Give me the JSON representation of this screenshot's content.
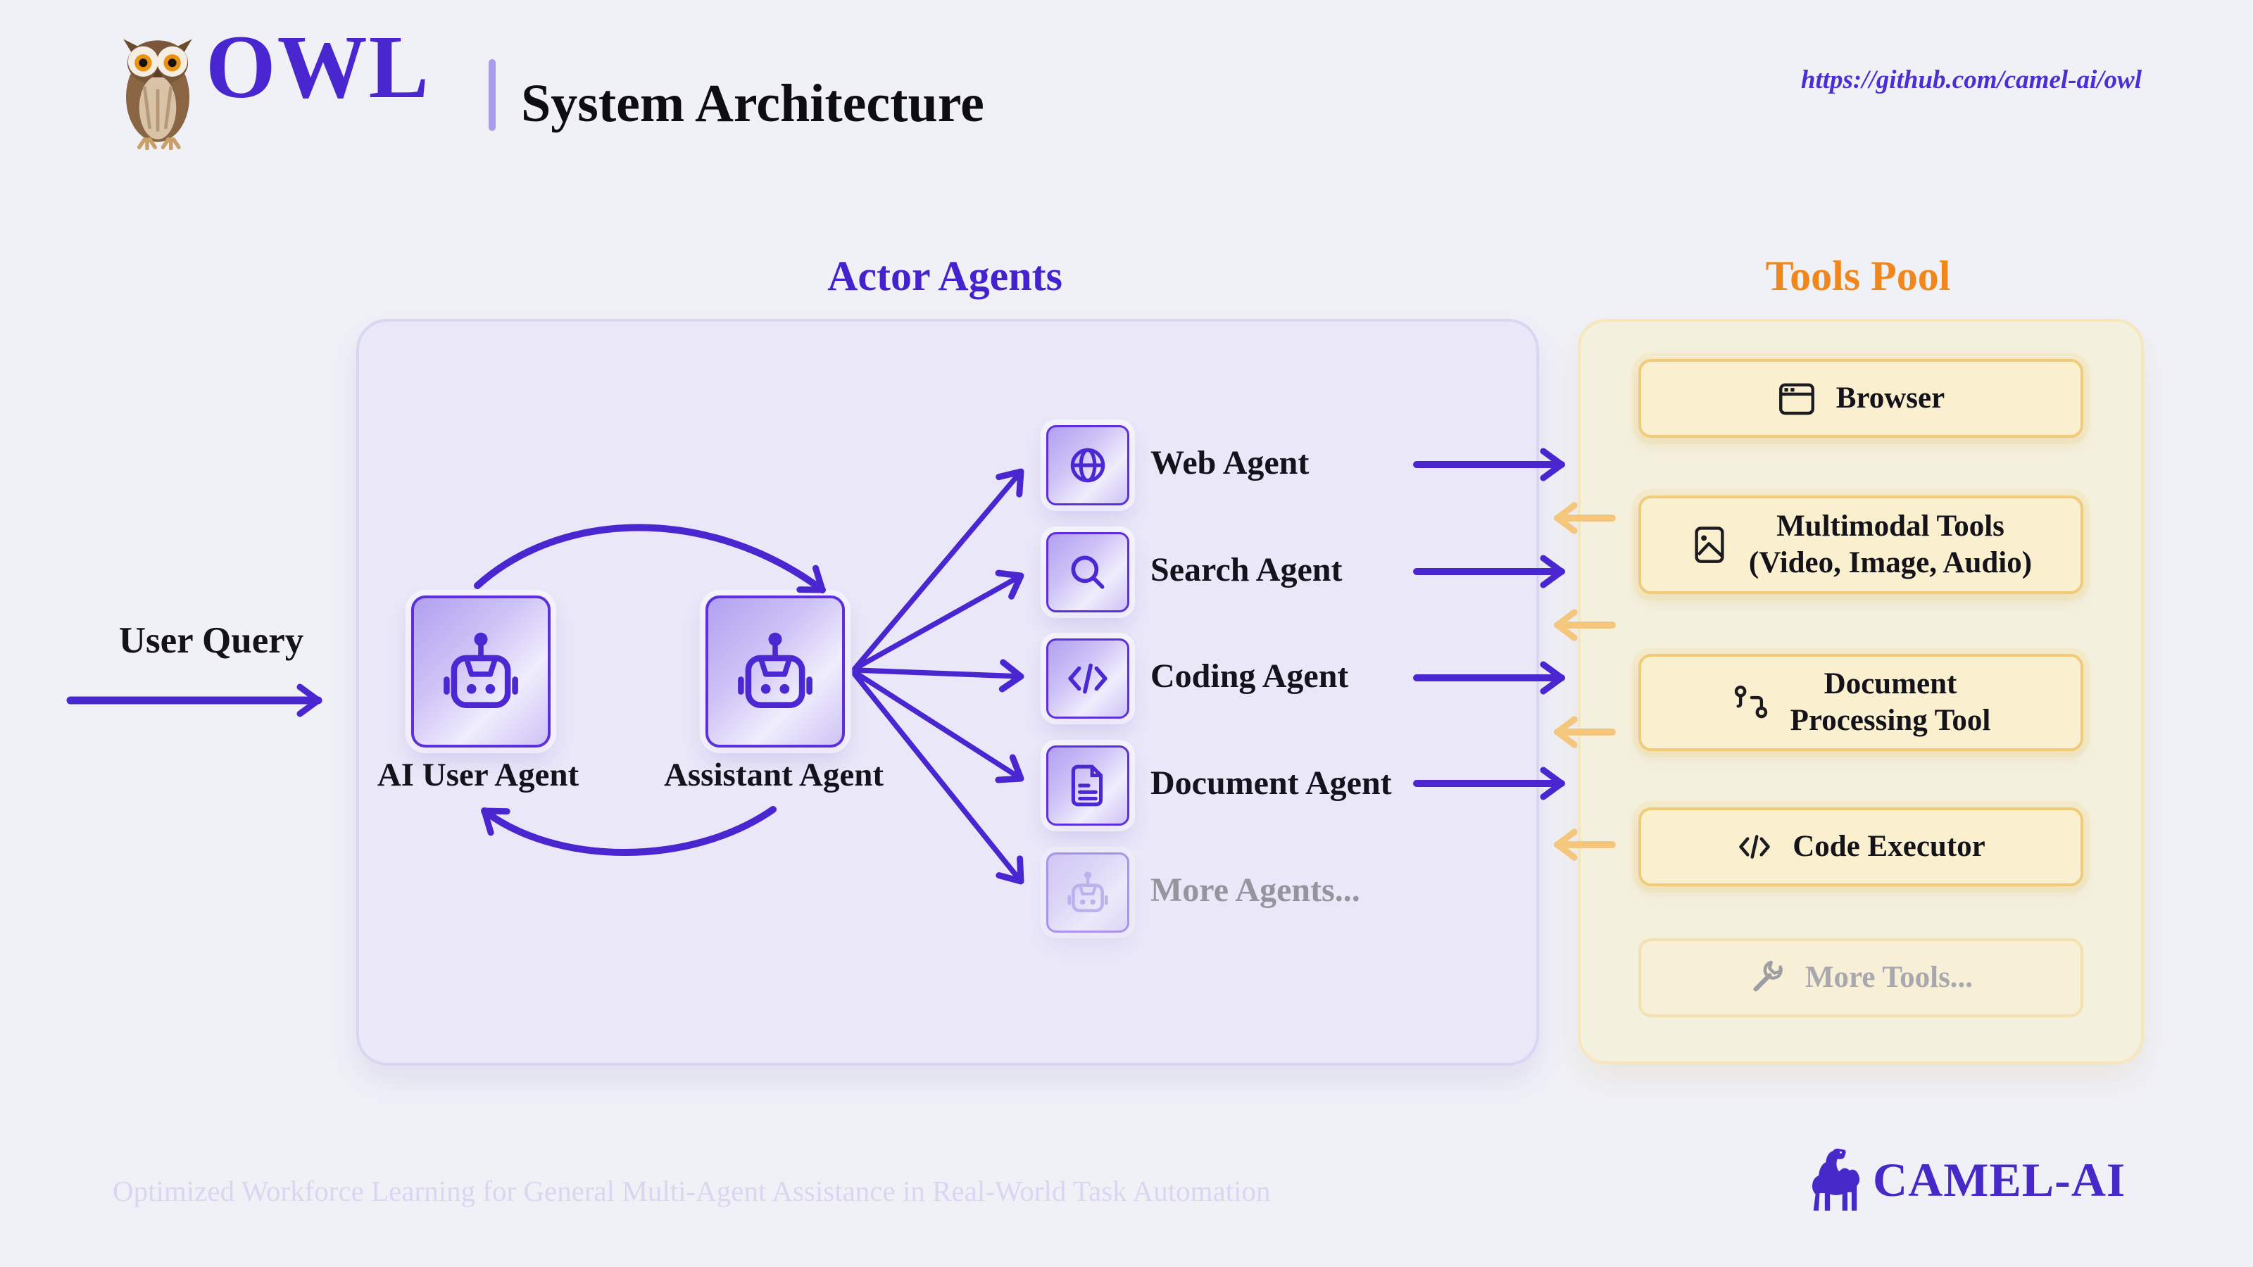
{
  "header": {
    "logo_text": "OWL",
    "divider": "|",
    "title": "System Architecture",
    "url": "https://github.com/camel-ai/owl"
  },
  "user_query": {
    "label": "User Query"
  },
  "actor_agents": {
    "title": "Actor Agents",
    "loop_agents": [
      {
        "label": "AI User Agent",
        "icon": "robot-icon"
      },
      {
        "label": "Assistant Agent",
        "icon": "robot-icon"
      }
    ],
    "agents": [
      {
        "label": "Web Agent",
        "icon": "globe-icon"
      },
      {
        "label": "Search Agent",
        "icon": "search-icon"
      },
      {
        "label": "Coding Agent",
        "icon": "code-icon"
      },
      {
        "label": "Document Agent",
        "icon": "document-icon"
      },
      {
        "label": "More Agents...",
        "icon": "robot-icon",
        "muted": true
      }
    ]
  },
  "tools_pool": {
    "title": "Tools Pool",
    "tools": [
      {
        "lines": [
          "Browser"
        ],
        "icon": "browser-icon"
      },
      {
        "lines": [
          "Multimodal Tools",
          "(Video, Image, Audio)"
        ],
        "icon": "image-icon"
      },
      {
        "lines": [
          "Document",
          "Processing Tool"
        ],
        "icon": "route-icon"
      },
      {
        "lines": [
          "Code Executor"
        ],
        "icon": "code-icon"
      },
      {
        "lines": [
          "More Tools..."
        ],
        "icon": "wrench-icon",
        "muted": true
      }
    ]
  },
  "footer": {
    "tagline": "Optimized Workforce Learning for General Multi-Agent Assistance in Real-World Task Automation",
    "brand": "CAMEL-AI"
  },
  "colors": {
    "background": "#F0F1F7",
    "purple_primary": "#4A26D1",
    "purple_panel": "#E9E7F8",
    "orange_title": "#F1871A",
    "orange_arrow": "#F5C77C",
    "tool_fill": "#FAF0CF",
    "tool_border": "#F2CB79",
    "pool_fill": "#F4F0DE",
    "muted_gray": "#97949E",
    "tagline_color": "#DAD5F1"
  }
}
